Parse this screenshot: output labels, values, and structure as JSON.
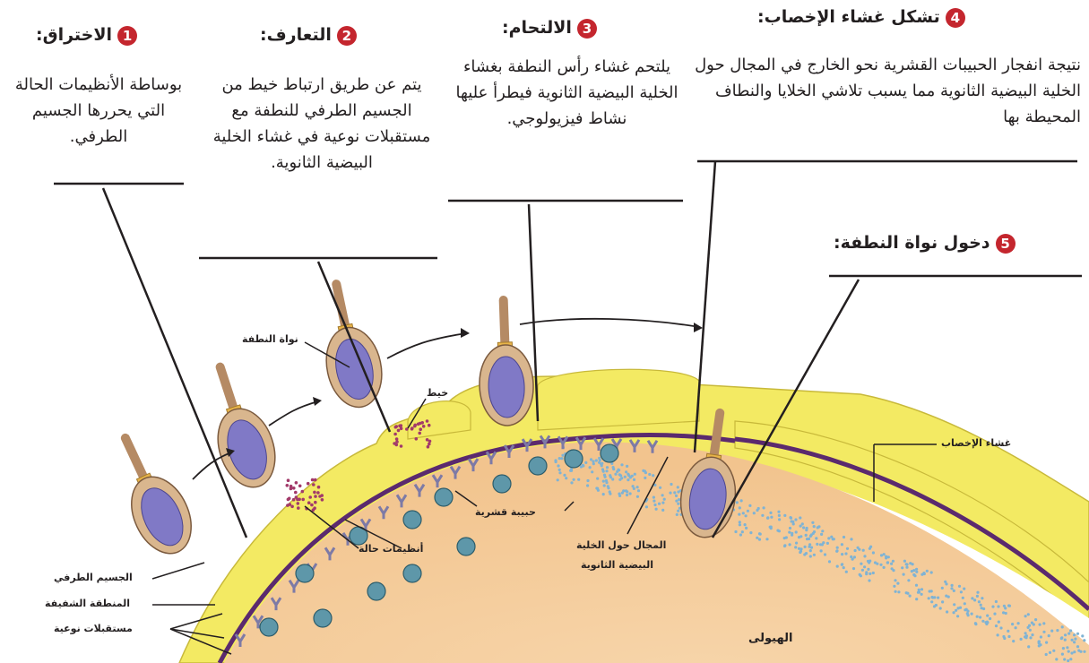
{
  "stages": [
    {
      "number": "1",
      "title": "الاختراق:",
      "text": "بوساطة الأنظيمات الحالة التي يحررها الجسيم الطرفي."
    },
    {
      "number": "2",
      "title": "التعارف:",
      "text": "يتم عن طريق ارتباط خيط من الجسيم الطرفي للنطفة مع مستقبلات نوعية في غشاء الخلية البيضية الثانوية."
    },
    {
      "number": "3",
      "title": "الالتحام:",
      "text": "يلتحم غشاء رأس النطفة بغشاء الخلية البيضية الثانوية فيطرأ عليها نشاط فيزيولوجي."
    },
    {
      "number": "4",
      "title": "تشكل غشاء الإخصاب:",
      "text": "نتيجة انفجار الحبيبات القشرية نحو الخارج في المجال حول الخلية البيضية الثانوية مما يسبب تلاشي الخلايا والنطاف المحيطة بها"
    },
    {
      "number": "5",
      "title": "دخول نواة النطفة:",
      "text": ""
    }
  ],
  "labels": {
    "sperm_nucleus": "نواة النطفة",
    "filament": "خيط",
    "cortical_granule": "حبيبة قشرية",
    "lytic_enzymes": "أنظيمات حالة",
    "perivitelline_space_1": "المجال حول الخلية",
    "perivitelline_space_2": "البيضية الثانوية",
    "fertilization_membrane": "غشاء الإخصاب",
    "acrosome": "الجسيم الطرفي",
    "zona_pellucida": "المنطقة الشفيفة",
    "specific_receptors": "مستقبلات نوعية",
    "cytoplasm": "الهيولى"
  },
  "colors": {
    "badge": "#c4262e",
    "cytoplasm": "#f6cfa0",
    "zona": "#f3ea63",
    "membrane": "#5b2a6e",
    "receptor": "#7d7aa6",
    "sperm_head": "#d9b68e",
    "sperm_nucleus": "#8079c6",
    "granule": "#5e97a9",
    "enzyme_dots": "#a23a6a",
    "space_dots": "#7fb3d4"
  }
}
